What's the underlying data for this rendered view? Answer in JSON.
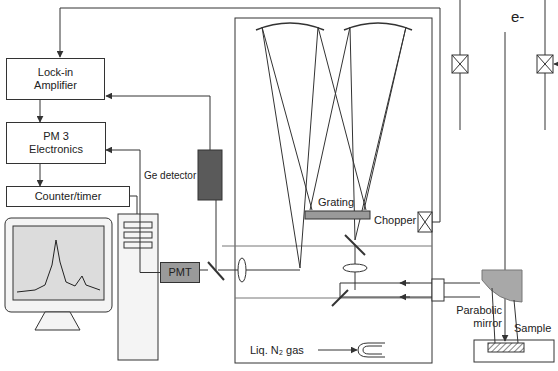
{
  "diagram": {
    "nodes": [
      {
        "text": [
          "Lock-in Amplifier"
        ]
      },
      {
        "text": [
          "PM 3 Electronics"
        ]
      },
      {
        "text": [
          "Counter/timer"
        ]
      },
      {
        "text": [
          "PMT"
        ]
      }
    ],
    "edges": [
      {
        "from": 0,
        "to": 1,
        "arrow": "to"
      },
      {
        "from": 1,
        "to": 2,
        "arrow": "to"
      },
      {
        "from": 3,
        "to": 1,
        "arrow": "to"
      }
    ],
    "labels": [
      "Ge detector",
      "Grating",
      "Chopper",
      "e-",
      "Parabolic mirror",
      "Sample",
      "Liq. N₂ gas"
    ]
  }
}
